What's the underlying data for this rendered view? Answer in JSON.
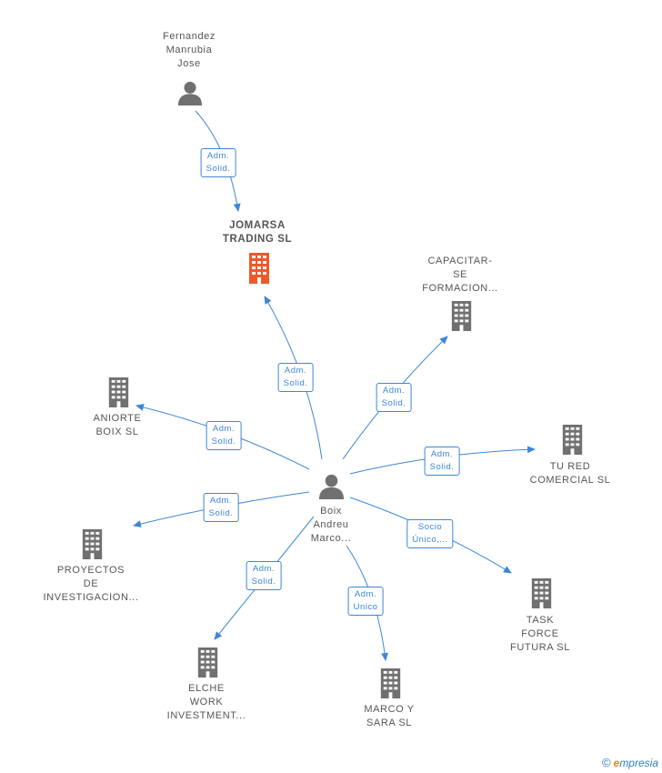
{
  "nodes": {
    "fernandez": {
      "label": "Fernandez\nManrubia\nJose",
      "kind": "person"
    },
    "jomarsa": {
      "label": "JOMARSA\nTRADING SL",
      "kind": "company-main"
    },
    "capacitar": {
      "label": "CAPACITAR-\nSE\nFORMACION...",
      "kind": "company"
    },
    "aniorte": {
      "label": "ANIORTE\nBOIX SL",
      "kind": "company"
    },
    "tured": {
      "label": "TU RED\nCOMERCIAL SL",
      "kind": "company"
    },
    "boix": {
      "label": "Boix\nAndreu\nMarco...",
      "kind": "person"
    },
    "proyectos": {
      "label": "PROYECTOS\nDE\nINVESTIGACION...",
      "kind": "company"
    },
    "task": {
      "label": "TASK\nFORCE\nFUTURA SL",
      "kind": "company"
    },
    "elche": {
      "label": "ELCHE\nWORK\nINVESTMENT...",
      "kind": "company"
    },
    "marco": {
      "label": "MARCO Y\nSARA SL",
      "kind": "company"
    }
  },
  "edges": [
    {
      "id": "e1",
      "label": "Adm.\nSolid."
    },
    {
      "id": "e2",
      "label": "Adm.\nSolid."
    },
    {
      "id": "e3",
      "label": "Adm.\nSolid."
    },
    {
      "id": "e4",
      "label": "Adm.\nSolid."
    },
    {
      "id": "e5",
      "label": "Adm.\nSolid."
    },
    {
      "id": "e6",
      "label": "Adm.\nSolid."
    },
    {
      "id": "e7",
      "label": "Socio\nÚnico,..."
    },
    {
      "id": "e8",
      "label": "Adm.\nSolid."
    },
    {
      "id": "e9",
      "label": "Adm.\nUnico"
    }
  ],
  "colors": {
    "edge": "#3d86d6",
    "company": "#707070",
    "company_main": "#f0582a",
    "person": "#707070"
  },
  "footer": {
    "copyright": "©",
    "brand_first": "e",
    "brand_rest": "mpresia"
  }
}
